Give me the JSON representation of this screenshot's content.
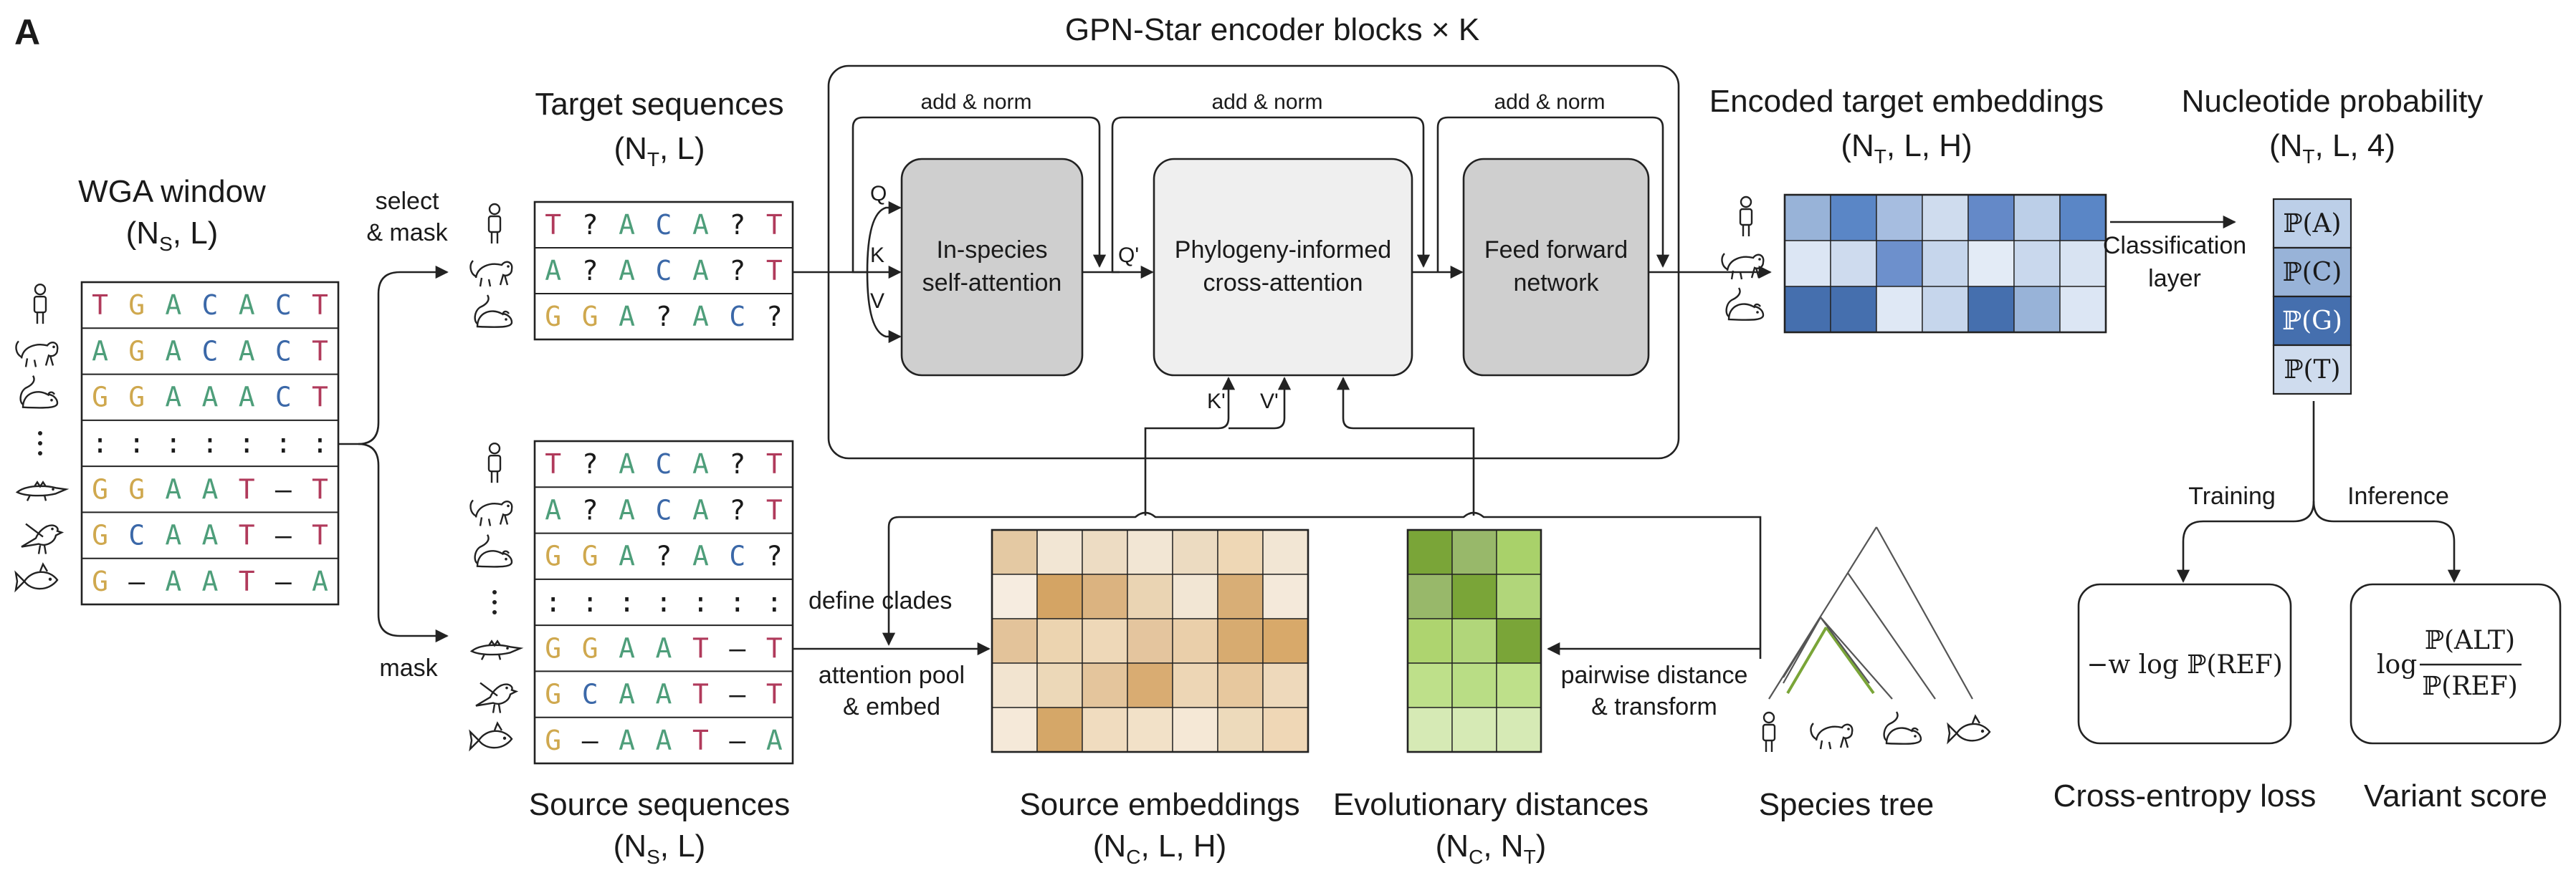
{
  "panel_label": "A",
  "encoder": {
    "title": "GPN-Star encoder blocks × K",
    "add_norm": "add & norm",
    "self_attention": [
      "In-species",
      "self-attention"
    ],
    "cross_attention": [
      "Phylogeny-informed",
      "cross-attention"
    ],
    "ffn": [
      "Feed forward",
      "network"
    ],
    "q": "Q",
    "k": "K",
    "v": "V",
    "q2": "Q'",
    "k2": "K'",
    "v2": "V'"
  },
  "wga": {
    "title": "WGA window",
    "shape": [
      "(N",
      "S",
      ", L)"
    ],
    "species_icons": [
      "human-icon",
      "monkey-icon",
      "mouse-icon",
      "ellipsis",
      "crocodile-icon",
      "bird-icon",
      "fish-icon"
    ],
    "rows": [
      [
        "T",
        "G",
        "A",
        "C",
        "A",
        "C",
        "T"
      ],
      [
        "A",
        "G",
        "A",
        "C",
        "A",
        "C",
        "T"
      ],
      [
        "G",
        "G",
        "A",
        "A",
        "A",
        "C",
        "T"
      ],
      [
        ":",
        ":",
        ":",
        ":",
        ":",
        ":",
        ":"
      ],
      [
        "G",
        "G",
        "A",
        "A",
        "T",
        "–",
        "T"
      ],
      [
        "G",
        "C",
        "A",
        "A",
        "T",
        "–",
        "T"
      ],
      [
        "G",
        "–",
        "A",
        "A",
        "T",
        "–",
        "A"
      ]
    ]
  },
  "select_mask": [
    "select",
    "& mask"
  ],
  "mask_label": "mask",
  "target": {
    "title": "Target sequences",
    "shape": [
      "(N",
      "T",
      ", L)"
    ],
    "rows": [
      [
        "T",
        "?",
        "A",
        "C",
        "A",
        "?",
        "T"
      ],
      [
        "A",
        "?",
        "A",
        "C",
        "A",
        "?",
        "T"
      ],
      [
        "G",
        "G",
        "A",
        "?",
        "A",
        "C",
        "?"
      ]
    ]
  },
  "source": {
    "title": "Source sequences",
    "shape": [
      "(N",
      "S",
      ", L)"
    ],
    "rows": [
      [
        "T",
        "?",
        "A",
        "C",
        "A",
        "?",
        "T"
      ],
      [
        "A",
        "?",
        "A",
        "C",
        "A",
        "?",
        "T"
      ],
      [
        "G",
        "G",
        "A",
        "?",
        "A",
        "C",
        "?"
      ],
      [
        ":",
        ":",
        ":",
        ":",
        ":",
        ":",
        ":"
      ],
      [
        "G",
        "G",
        "A",
        "A",
        "T",
        "–",
        "T"
      ],
      [
        "G",
        "C",
        "A",
        "A",
        "T",
        "–",
        "T"
      ],
      [
        "G",
        "–",
        "A",
        "A",
        "T",
        "–",
        "A"
      ]
    ]
  },
  "nuc_colors": {
    "A": "#4e9e7a",
    "C": "#3b68a8",
    "G": "#cfa84e",
    "T": "#b03a5b",
    "?": "#1a1a1a",
    "–": "#1a1a1a",
    ":": "#1a1a1a"
  },
  "define_clades": "define clades",
  "attention_pool": [
    "attention pool",
    "& embed"
  ],
  "source_embeddings": {
    "title": "Source embeddings",
    "shape": [
      "(N",
      "C",
      ", L, H)"
    ],
    "grid": [
      [
        "#e4c9a3",
        "#f2e6d4",
        "#eddcc3",
        "#f2e6d4",
        "#ecdbc1",
        "#eed7b5",
        "#f2e6d4"
      ],
      [
        "#f6ece0",
        "#d4a464",
        "#dbb380",
        "#ead4b3",
        "#f2e6d4",
        "#d8ae76",
        "#f4e9da"
      ],
      [
        "#e3c39a",
        "#ecd4b0",
        "#eed8b8",
        "#e4c59e",
        "#eacfaa",
        "#d7ab70",
        "#d8a96a"
      ],
      [
        "#f2e4d0",
        "#ecd8b8",
        "#e4c59c",
        "#d9ac72",
        "#edd6b5",
        "#e7c89e",
        "#eed9bb"
      ],
      [
        "#f5e9d9",
        "#d5a768",
        "#f0dcbf",
        "#f2e1c8",
        "#f5e8d6",
        "#eddabb",
        "#efd7b6"
      ]
    ]
  },
  "evo_distances": {
    "title": "Evolutionary distances",
    "shape": [
      "(N",
      "C",
      ", N",
      "T",
      ")"
    ],
    "grid": [
      [
        "#7aa538",
        "#98b86a",
        "#a9d16a"
      ],
      [
        "#98b86a",
        "#7aa538",
        "#b1d67a"
      ],
      [
        "#aed46f",
        "#b1d67a",
        "#7aa538"
      ],
      [
        "#bee08a",
        "#b9dd85",
        "#bee08a"
      ],
      [
        "#d6eab5",
        "#d6eab5",
        "#d6eab5"
      ]
    ]
  },
  "pairwise": [
    "pairwise distance",
    "& transform"
  ],
  "species_tree": {
    "title": "Species tree"
  },
  "encoded": {
    "title": "Encoded target embeddings",
    "shape": [
      "(N",
      "T",
      ", L, H)"
    ],
    "grid": [
      [
        "#98b3d8",
        "#5a86c6",
        "#a6bde0",
        "#cfdcee",
        "#6489c8",
        "#bccfe8",
        "#5a86c6"
      ],
      [
        "#dce6f4",
        "#cedbee",
        "#6d90cc",
        "#c6d6ec",
        "#e3ebf6",
        "#c9d8ed",
        "#d8e3f2"
      ],
      [
        "#456fae",
        "#456fae",
        "#dfe8f5",
        "#c6d6ec",
        "#456fae",
        "#98b3d8",
        "#dce6f4"
      ]
    ]
  },
  "classification": [
    "Classification",
    "layer"
  ],
  "nucleotide_prob": {
    "title": "Nucleotide probability",
    "shape": [
      "(N",
      "T",
      ", L, 4)"
    ],
    "cells": [
      "ℙ(A)",
      "ℙ(C)",
      "ℙ(G)",
      "ℙ(T)"
    ],
    "colors": [
      "#bccfe8",
      "#98b3d8",
      "#456fae",
      "#cfdcee"
    ]
  },
  "training": "Training",
  "inference": "Inference",
  "loss": {
    "formula": "−w log ℙ(REF)",
    "title": "Cross-entropy loss"
  },
  "variant": {
    "log": "log",
    "num": "ℙ(ALT)",
    "den": "ℙ(REF)",
    "title": "Variant score"
  }
}
